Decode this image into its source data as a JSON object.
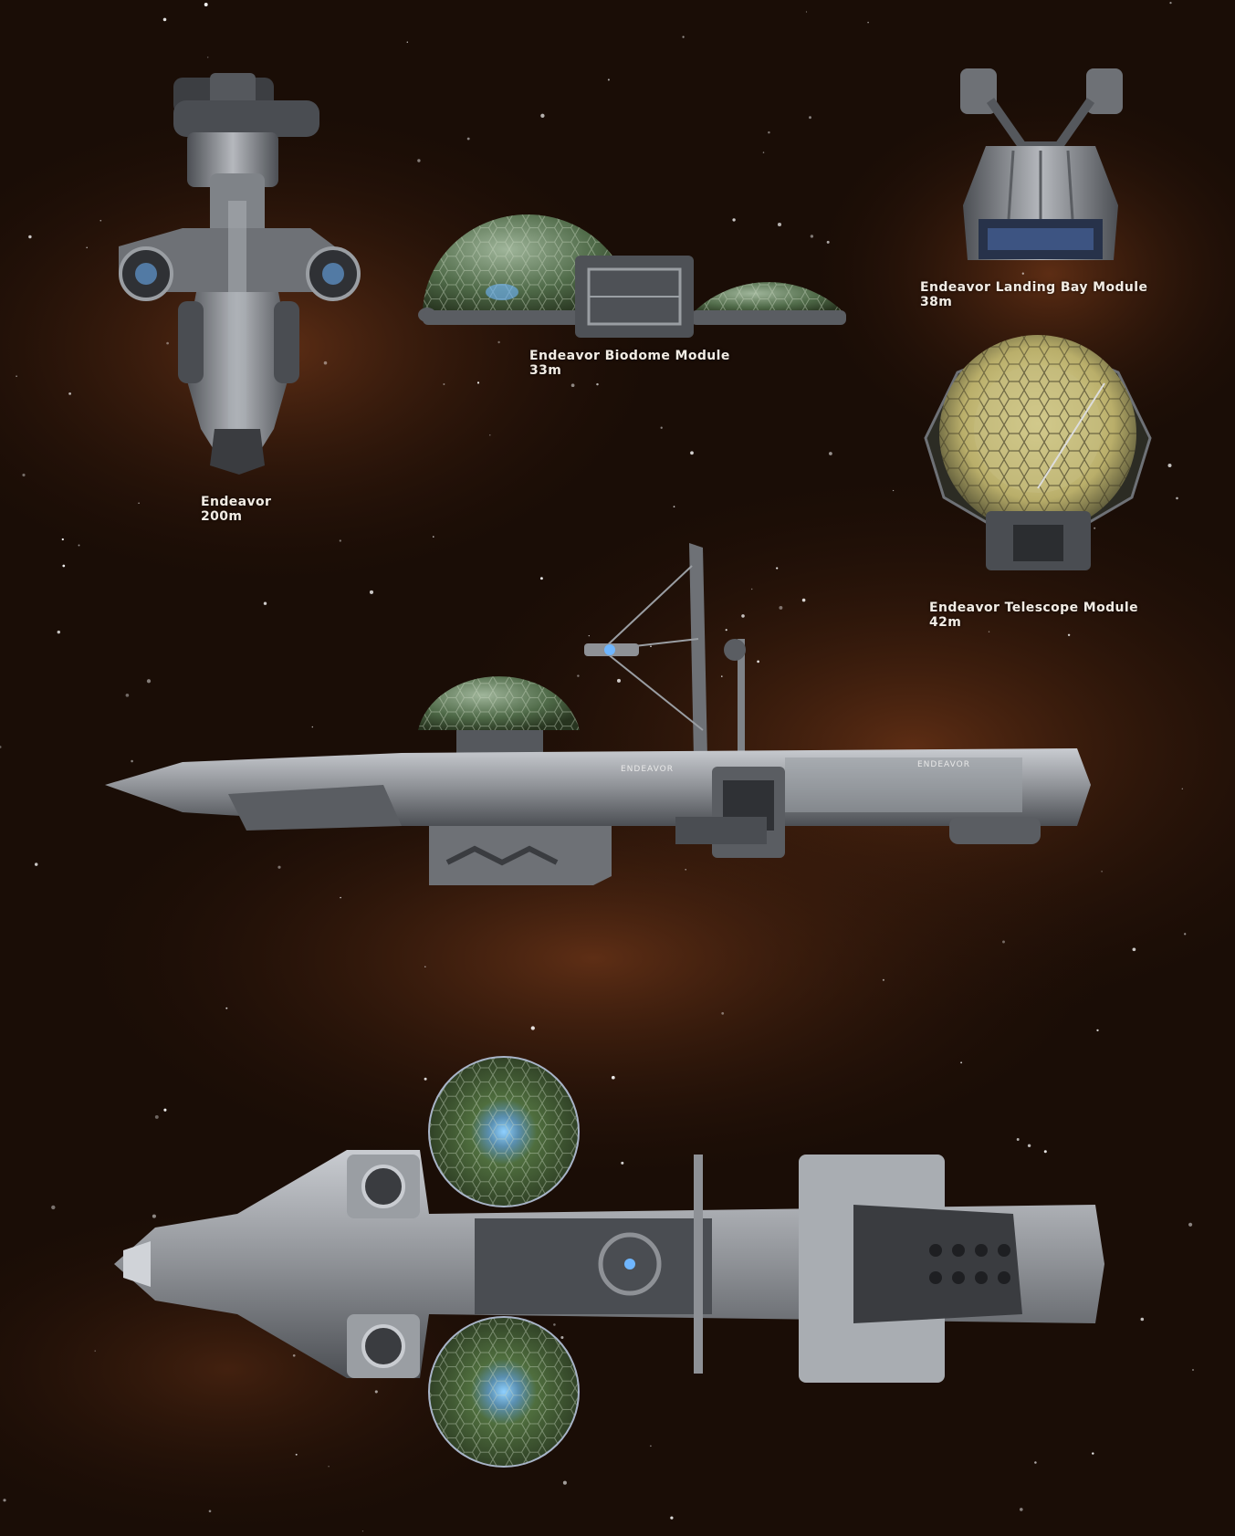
{
  "colors": {
    "background": "#1a0d06",
    "nebula": "#5a2a12",
    "hull": "#8e9196",
    "hull_dark": "#3a3c40",
    "biodome_glass": "#5f7660",
    "biodome_green": "#4a6a2a",
    "telescope_gold": "#d8cf8a",
    "engine_glow": "#6fb6ff",
    "label_text": "#f2ece4"
  },
  "labels": [
    {
      "id": "endeavor",
      "name": "Endeavor",
      "size": "200m"
    },
    {
      "id": "biodome",
      "name": "Endeavor Biodome Module",
      "size": "33m"
    },
    {
      "id": "landing-bay",
      "name": "Endeavor Landing Bay Module",
      "size": "38m"
    },
    {
      "id": "telescope",
      "name": "Endeavor Telescope Module",
      "size": "42m"
    }
  ],
  "hull_markings": [
    "ENDEAVOR",
    "ENDEAVOR"
  ]
}
